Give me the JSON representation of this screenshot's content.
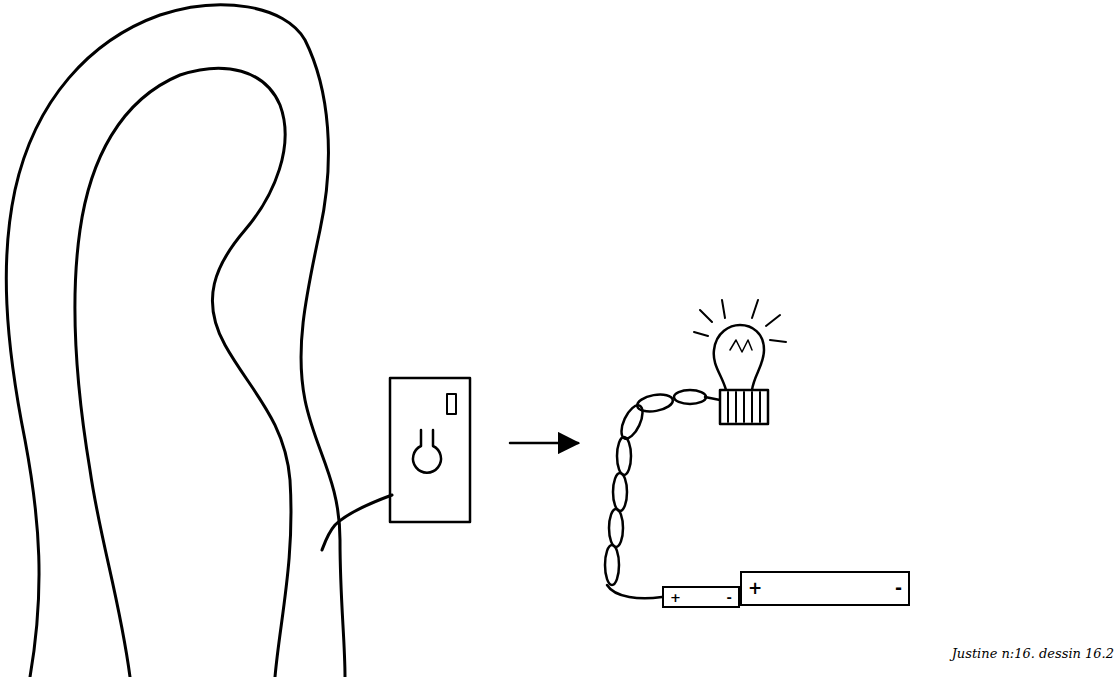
{
  "diagram": {
    "nodes": [
      {
        "text": [
          "+",
          "-"
        ]
      },
      {
        "text": [
          "+",
          "-"
        ]
      }
    ],
    "labels": [
      "Justine n:16. dessin 16.2"
    ]
  }
}
